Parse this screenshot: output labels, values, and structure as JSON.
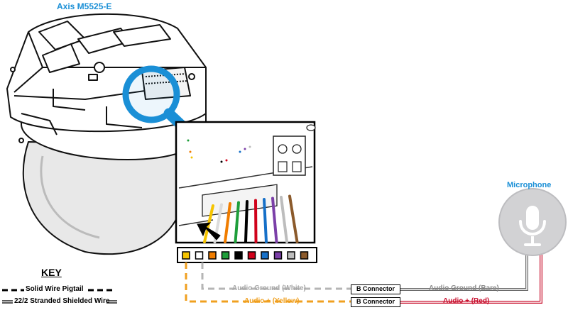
{
  "device": {
    "title": "Axis M5525-E"
  },
  "microphone": {
    "title": "Microphone"
  },
  "key": {
    "title": "KEY",
    "solid_label": "Solid Wire Pigtail",
    "shielded_label": "22/2 Stranded Shielded Wire"
  },
  "connections": {
    "audio_ground_white": "Audio Ground (White)",
    "audio_plus_yellow": "Audio + (Yellow)",
    "audio_ground_bare": "Audio Ground (Bare)",
    "audio_plus_red": "Audio + (Red)",
    "b_connector_1": "B Connector",
    "b_connector_2": "B Connector"
  },
  "terminal_pin_colors": [
    "#f5c400",
    "#ffffff",
    "#f07d00",
    "#1e9e3a",
    "#000000",
    "#d0021b",
    "#1670c8",
    "#7b3fa8",
    "#bdbdbd",
    "#8b5a2b"
  ],
  "colors": {
    "accent_blue": "#1a8fd6",
    "audio_plus_wire": "#f0a020",
    "audio_ground_wire": "#b0b0b0",
    "red_wire": "#c8102e"
  },
  "icons": {
    "magnifier": "magnifier-icon",
    "microphone": "microphone-icon",
    "arrow": "arrow-icon"
  }
}
